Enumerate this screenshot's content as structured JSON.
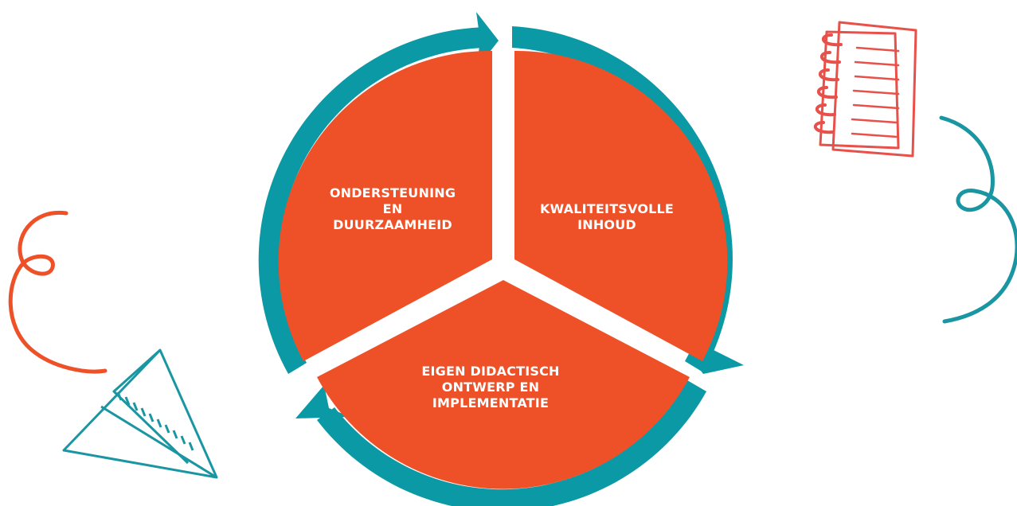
{
  "colors": {
    "segment": "#ee5128",
    "ring": "#0b99a5",
    "notebook": "#e8514a",
    "swirl_left": "#ee5128",
    "doodle": "#1a95a2"
  },
  "segments": [
    {
      "id": "top-left",
      "label": "ONDERSTEUNING\nEN\nDUURZAAMHEID"
    },
    {
      "id": "top-right",
      "label": "KWALITEITSVOLLE\nINHOUD"
    },
    {
      "id": "bottom",
      "label": "EIGEN DIDACTISCH\nONTWERP EN\nIMPLEMENTATIE"
    }
  ],
  "icons": [
    "notebook-icon",
    "paper-plane-icon",
    "swirl-left-icon",
    "swirl-right-icon"
  ]
}
